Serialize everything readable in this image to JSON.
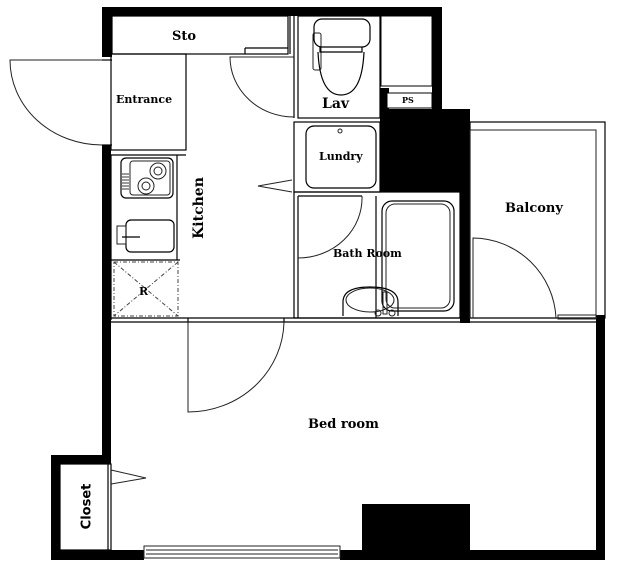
{
  "plan": {
    "rooms": {
      "storage": "Sto",
      "entrance": "Entrance",
      "lavatory": "Lav",
      "pipe_shaft": "PS",
      "laundry": "Lundry",
      "kitchen": "Kitchen",
      "refrigerator": "R",
      "bath_room": "Bath Room",
      "balcony": "Balcony",
      "bed_room": "Bed room",
      "closet": "Closet"
    },
    "colors": {
      "wall": "#000000",
      "background": "#ffffff",
      "line": "#000000"
    }
  }
}
